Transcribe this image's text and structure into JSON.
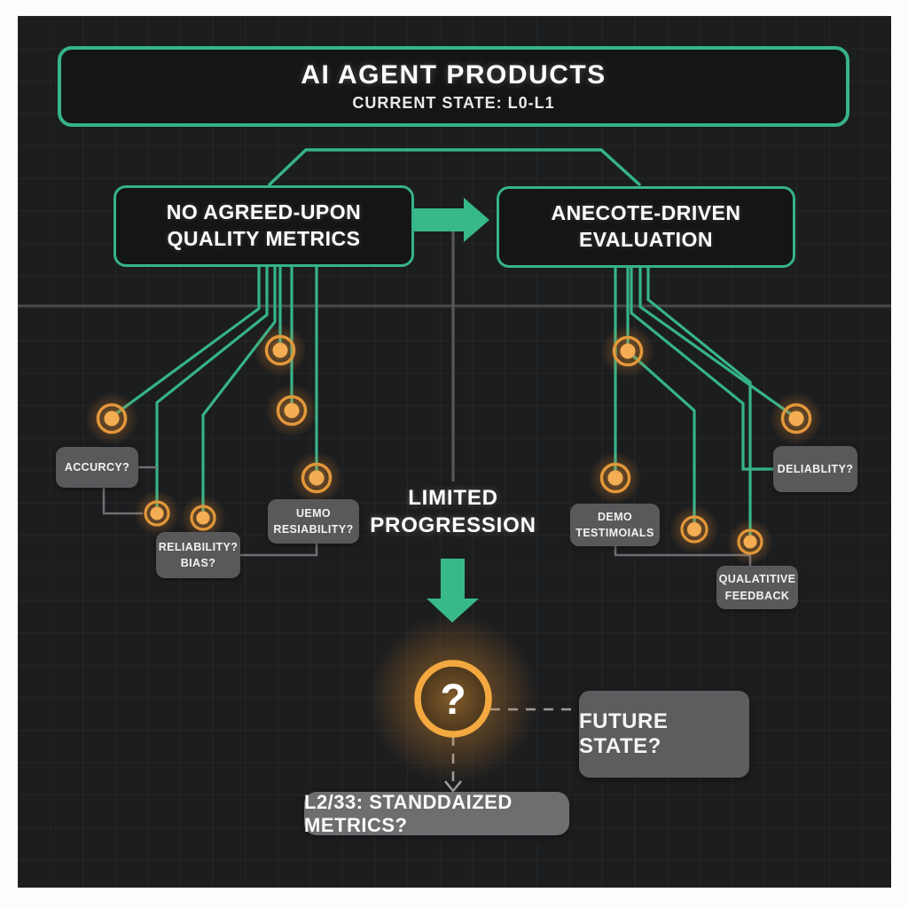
{
  "banner": {
    "title": "AI AGENT PRODUCTS",
    "subtitle": "CURRENT STATE: L0-L1"
  },
  "flow": {
    "left_box": [
      "NO AGREED-UPON",
      "QUALITY METRICS"
    ],
    "right_box": [
      "ANECOTE-DRIVEN",
      "EVALUATION"
    ]
  },
  "left_labels": {
    "accuracy": "ACCURCY?",
    "reliability": [
      "RELIABILITY?",
      "BIAS?"
    ],
    "uemo": [
      "UEMO",
      "RESIABILITY?"
    ]
  },
  "right_labels": {
    "demo": [
      "DEMO",
      "TESTIMOIALS"
    ],
    "deliability": "DELIABLITY?",
    "qualitative": [
      "QUALATITIVE",
      "FEEDBACK"
    ]
  },
  "center": {
    "limited": [
      "LIMITED",
      "PROGRESSION"
    ]
  },
  "future": {
    "question_mark": "?",
    "future_state": "FUTURE STATE?",
    "standardized": "L2/33: STANDDAIZED METRICS?"
  },
  "colors": {
    "green": "#36b389",
    "orange": "#f2a546",
    "label_gray": "#59595c",
    "canvas_bg": "#1c1d1f"
  }
}
